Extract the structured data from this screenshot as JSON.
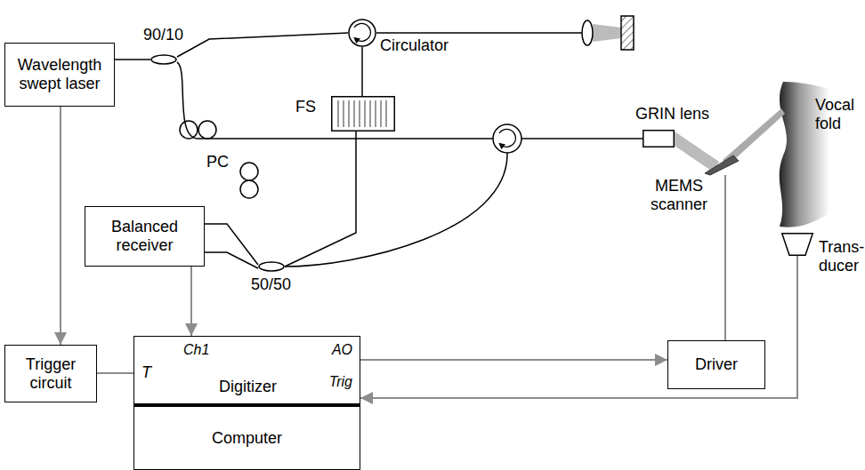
{
  "diagram": {
    "nodes": [
      {
        "text": [
          "Wavelength swept laser"
        ]
      },
      {
        "text": [
          "90/10"
        ]
      },
      {
        "text": [
          "Circulator"
        ]
      },
      {
        "text": [
          "FS"
        ]
      },
      {
        "text": [
          "GRIN lens"
        ]
      },
      {
        "text": [
          "MEMS scanner"
        ]
      },
      {
        "text": [
          "Trans- ducer"
        ]
      },
      {
        "text": [
          "Balanced receiver"
        ]
      },
      {
        "text": [
          "50/50"
        ]
      },
      {
        "text": [
          "Trigger circuit"
        ]
      },
      {
        "text": [
          "T",
          "Ch1",
          "AO",
          "Digitizer",
          "Trig"
        ]
      },
      {
        "text": [
          "Computer"
        ]
      },
      {
        "text": [
          "Driver"
        ]
      }
    ],
    "edges": [
      {
        "from": 0,
        "to": 1,
        "arrow": "none"
      },
      {
        "from": 1,
        "to": 2,
        "arrow": "none"
      },
      {
        "from": 2,
        "to": 3,
        "arrow": "none"
      },
      {
        "from": 3,
        "to": 8,
        "arrow": "none"
      },
      {
        "from": 8,
        "to": 7,
        "arrow": "none"
      },
      {
        "from": 8,
        "to": 7,
        "arrow": "none"
      },
      {
        "from": 0,
        "to": 9,
        "arrow": "to"
      },
      {
        "from": 7,
        "to": 10,
        "arrow": "to"
      },
      {
        "from": 9,
        "to": 10,
        "arrow": "none"
      },
      {
        "from": 10,
        "to": 12,
        "arrow": "to"
      },
      {
        "from": 12,
        "to": 5,
        "arrow": "none"
      },
      {
        "from": 6,
        "to": 10,
        "arrow": "to"
      }
    ],
    "labels": [
      "PC",
      "Vocal fold"
    ]
  }
}
